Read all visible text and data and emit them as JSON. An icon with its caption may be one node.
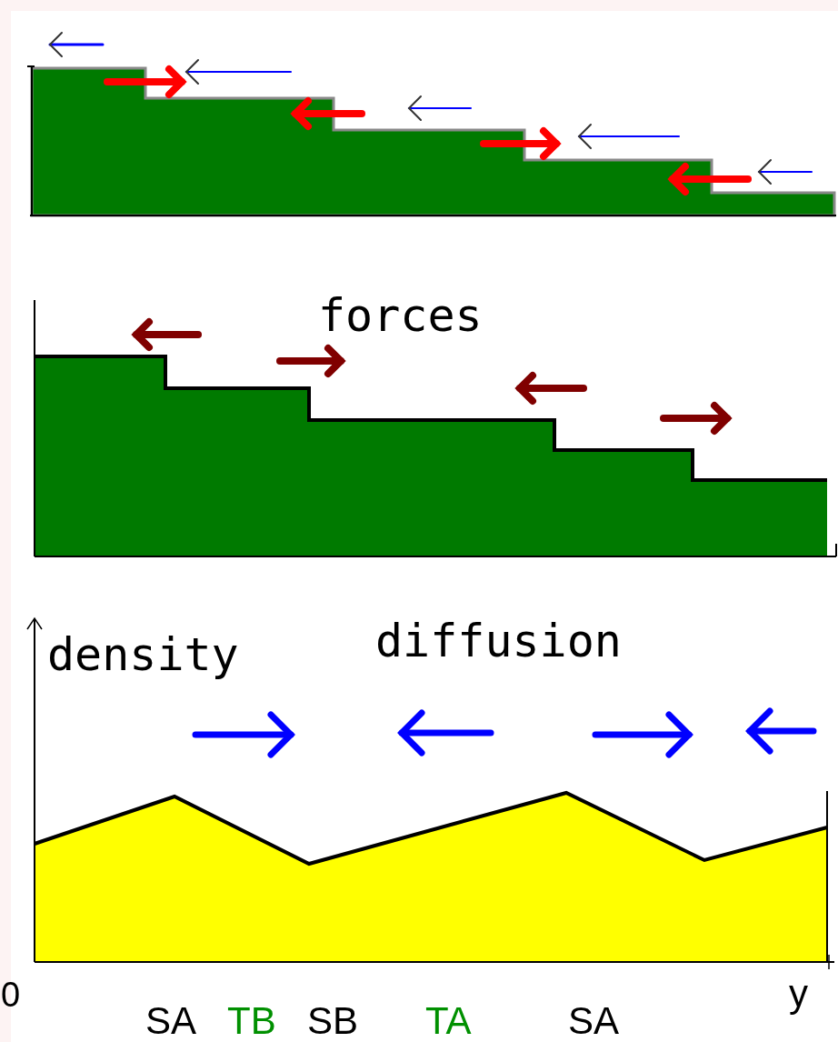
{
  "diagram": {
    "labels": [
      "forces",
      "density",
      "diffusion",
      "0",
      "y",
      "SA",
      "TB",
      "SB",
      "TA",
      "SA"
    ]
  }
}
